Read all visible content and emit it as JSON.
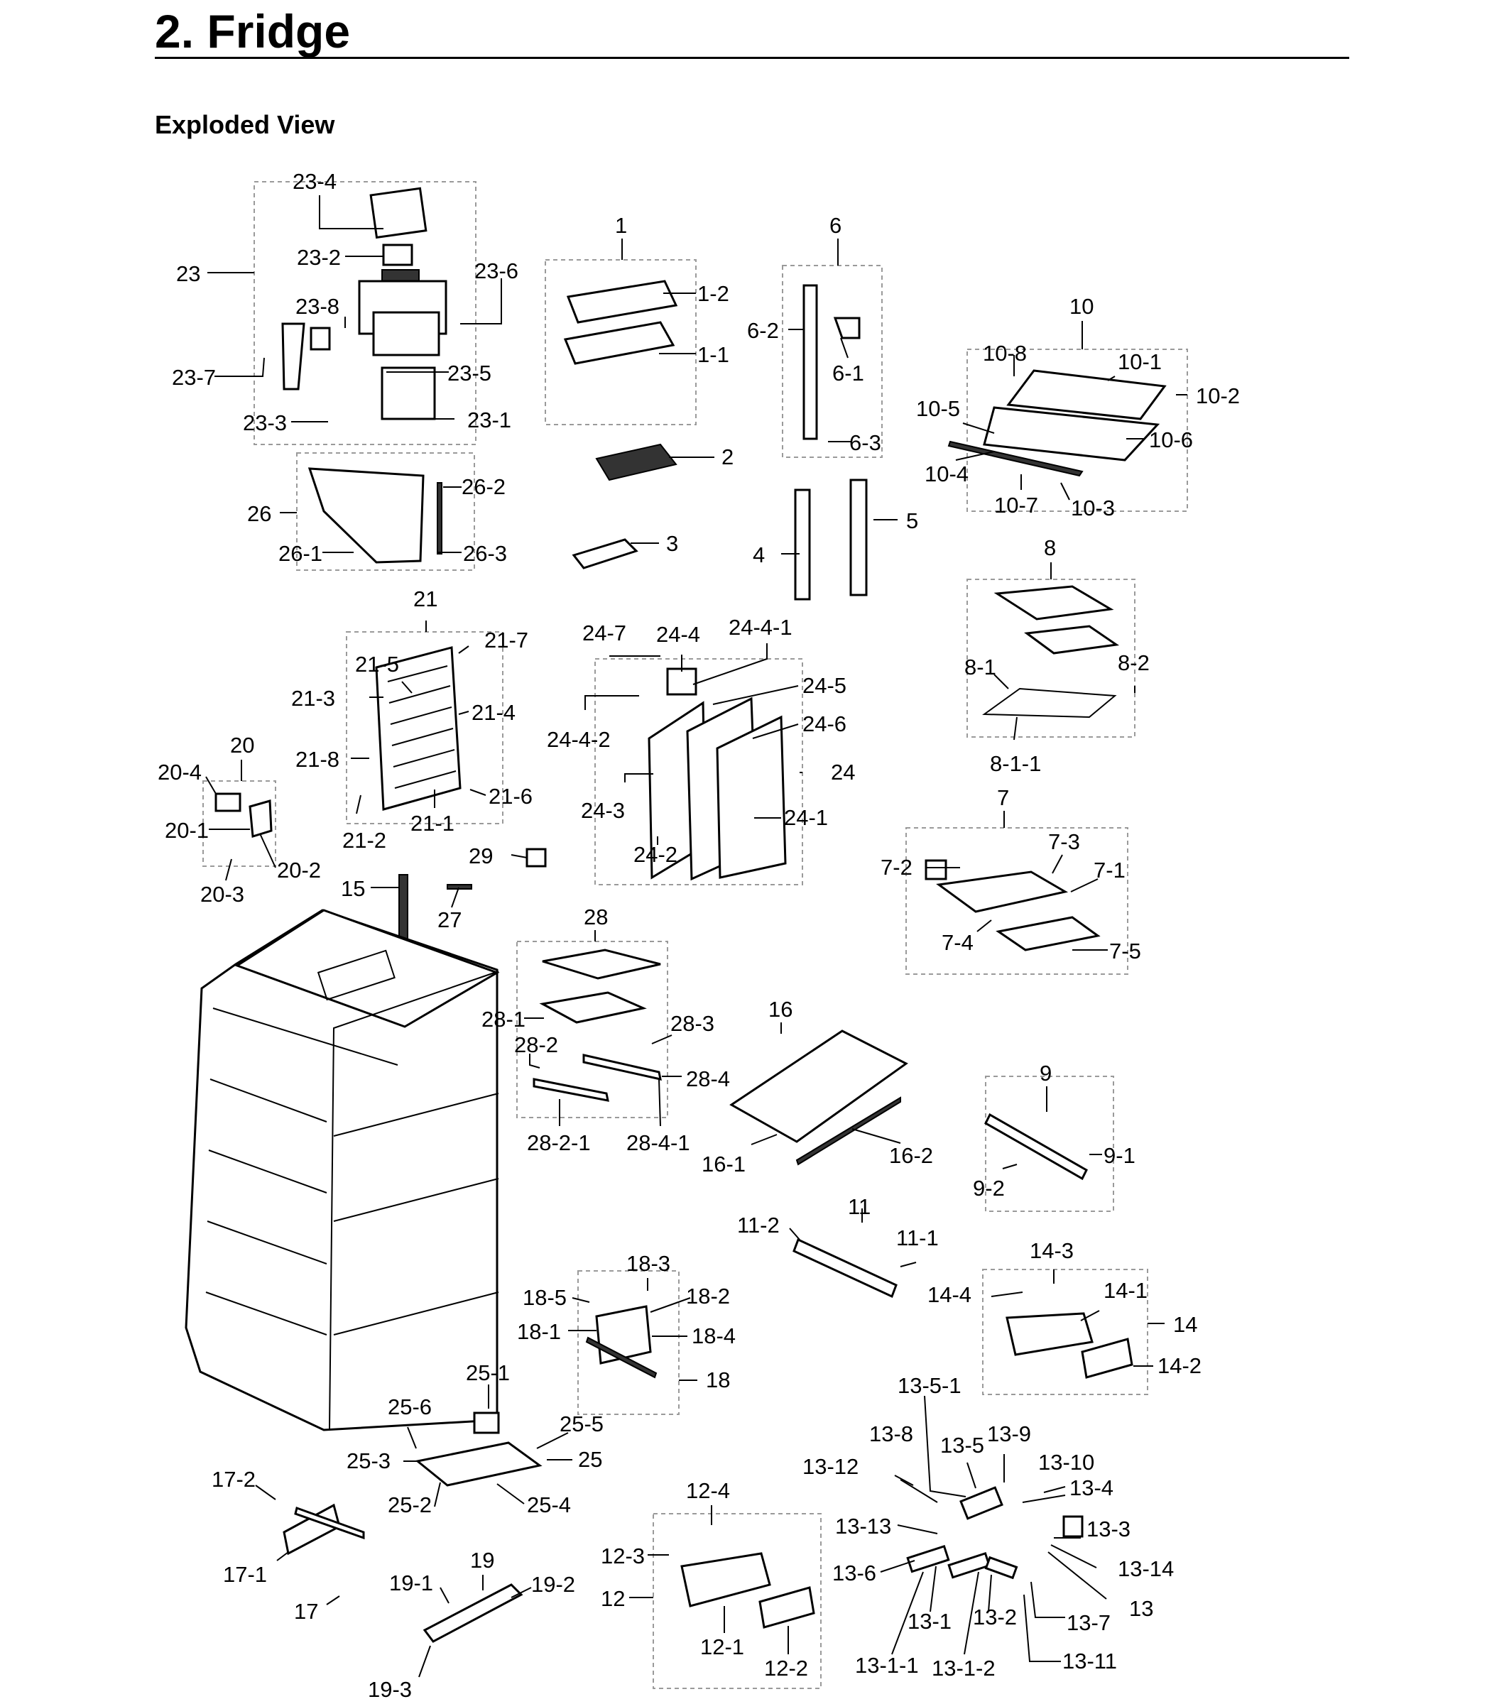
{
  "page": {
    "title": "2.  Fridge",
    "subtitle": "Exploded View"
  },
  "labels": [
    "23-4",
    "23-2",
    "23",
    "23-6",
    "23-8",
    "23-7",
    "23-5",
    "23-3",
    "23-1",
    "26",
    "26-2",
    "26-1",
    "26-3",
    "1",
    "1-2",
    "1-1",
    "2",
    "3",
    "6",
    "6-2",
    "6-1",
    "6-3",
    "4",
    "5",
    "10",
    "10-8",
    "10-1",
    "10-2",
    "10-5",
    "10-6",
    "10-4",
    "10-7",
    "10-3",
    "21",
    "21-7",
    "21-5",
    "21-3",
    "21-4",
    "21-8",
    "21-6",
    "21-2",
    "21-1",
    "20",
    "20-4",
    "20-1",
    "20-2",
    "20-3",
    "24-7",
    "24-4",
    "24-4-1",
    "24-5",
    "24-4-2",
    "24-6",
    "24",
    "24-3",
    "24-1",
    "24-2",
    "8",
    "8-1",
    "8-2",
    "8-1-1",
    "7",
    "7-3",
    "7-2",
    "7-1",
    "7-4",
    "7-5",
    "29",
    "15",
    "27",
    "28",
    "28-1",
    "28-3",
    "28-2",
    "28-4",
    "28-2-1",
    "28-4-1",
    "16",
    "16-1",
    "16-2",
    "9",
    "9-1",
    "9-2",
    "11",
    "11-2",
    "11-1",
    "14-3",
    "14-4",
    "14-1",
    "14",
    "14-2",
    "18-3",
    "18-5",
    "18-2",
    "18-1",
    "18-4",
    "18",
    "25-1",
    "25-6",
    "25-5",
    "25-3",
    "25",
    "25-2",
    "25-4",
    "13-5-1",
    "13-8",
    "13-9",
    "13-5",
    "13-10",
    "13-12",
    "13-4",
    "13-13",
    "13-3",
    "13-14",
    "13-6",
    "13",
    "13-1",
    "13-2",
    "13-7",
    "13-11",
    "13-1-1",
    "13-1-2",
    "12-4",
    "12-3",
    "12",
    "12-1",
    "12-2",
    "17-2",
    "17-1",
    "17",
    "19",
    "19-1",
    "19-2",
    "19-3"
  ]
}
